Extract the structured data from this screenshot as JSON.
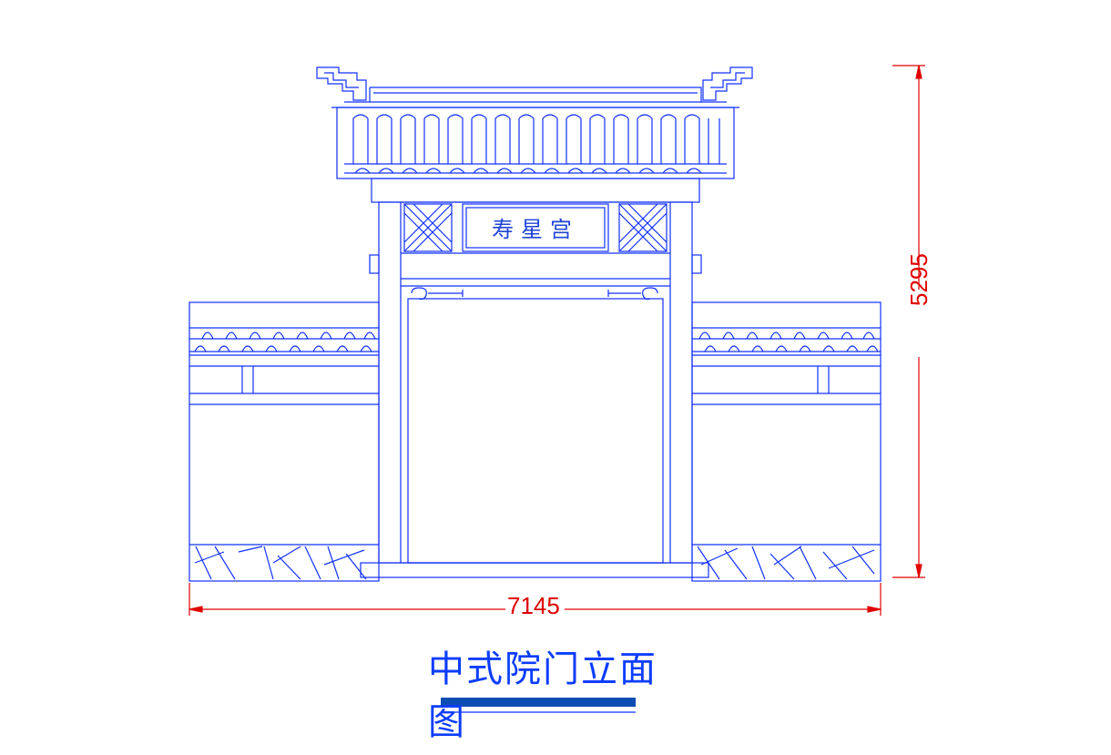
{
  "drawing": {
    "title": "中式院门立面图",
    "plaque_text": "寿星宫",
    "dimensions": {
      "width": "7145",
      "height": "5295"
    },
    "colors": {
      "line": "#0a2bff",
      "dimension": "#e00000",
      "title_bar": "#0b4db3"
    }
  }
}
